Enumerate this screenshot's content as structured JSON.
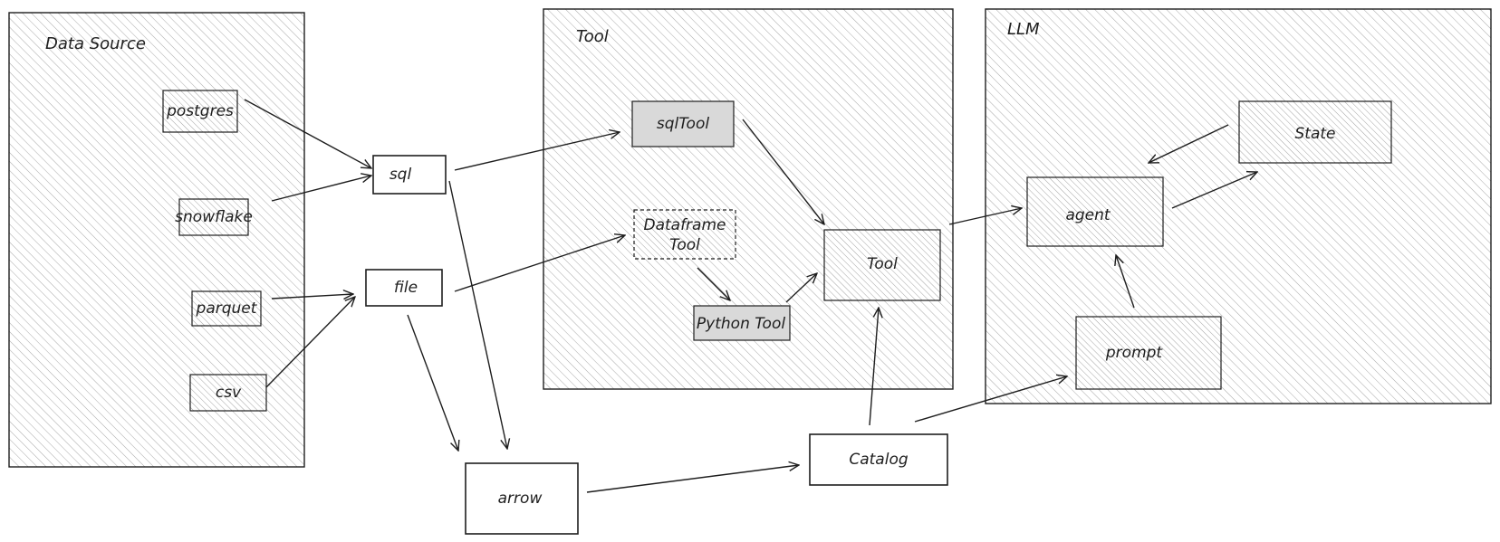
{
  "frames": {
    "data_source": {
      "title": "Data Source"
    },
    "tool": {
      "title": "Tool"
    },
    "llm": {
      "title": "LLM"
    }
  },
  "nodes": {
    "postgres": "postgres",
    "snowflake": "snowflake",
    "parquet": "parquet",
    "csv": "csv",
    "sql": "sql",
    "file": "file",
    "arrow": "arrow",
    "sqltool": "sqlTool",
    "dataframe_tool_line1": "Dataframe",
    "dataframe_tool_line2": "Tool",
    "python_tool": "Python Tool",
    "tool": "Tool",
    "catalog": "Catalog",
    "agent": "agent",
    "state": "State",
    "prompt": "prompt"
  },
  "colors": {
    "stroke": "#1e1e1e",
    "hatch_line": "#9a9a9a",
    "gray_fill": "#d9d9d9"
  }
}
